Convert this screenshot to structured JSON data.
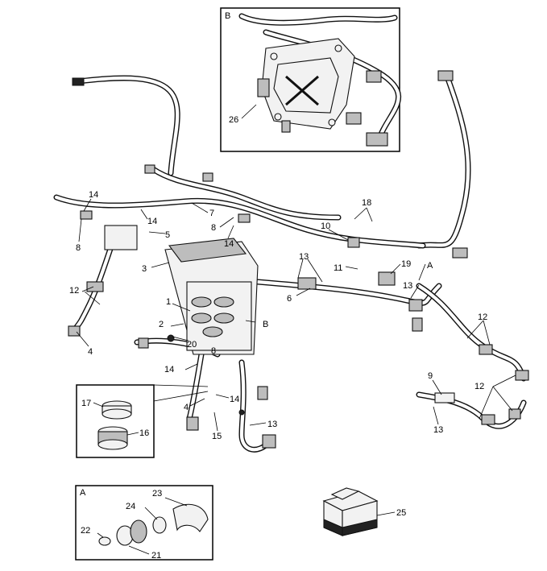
{
  "labels": {
    "l1": "1",
    "l2": "2",
    "l3": "3",
    "l4a": "4",
    "l4b": "4",
    "l5": "5",
    "l6": "6",
    "l7": "7",
    "l8a": "8",
    "l8b": "8",
    "l8c": "8",
    "l9": "9",
    "l10": "10",
    "l11": "11",
    "l12a": "12",
    "l12b": "12",
    "l12c": "12",
    "l13a": "13",
    "l13b": "13",
    "l13c": "13",
    "l13d": "13",
    "l14a": "14",
    "l14b": "14",
    "l14c": "14",
    "l14d": "14",
    "l14e": "14",
    "l15": "15",
    "l16": "16",
    "l17": "17",
    "l18": "18",
    "l19": "19",
    "l20": "20",
    "l21": "21",
    "l22": "22",
    "l23": "23",
    "l24": "24",
    "l25": "25",
    "l26": "26",
    "lA": "A",
    "lB": "B"
  },
  "insets": {
    "detail_b": {
      "title": "B"
    },
    "detail_a": {
      "title": "A"
    }
  }
}
